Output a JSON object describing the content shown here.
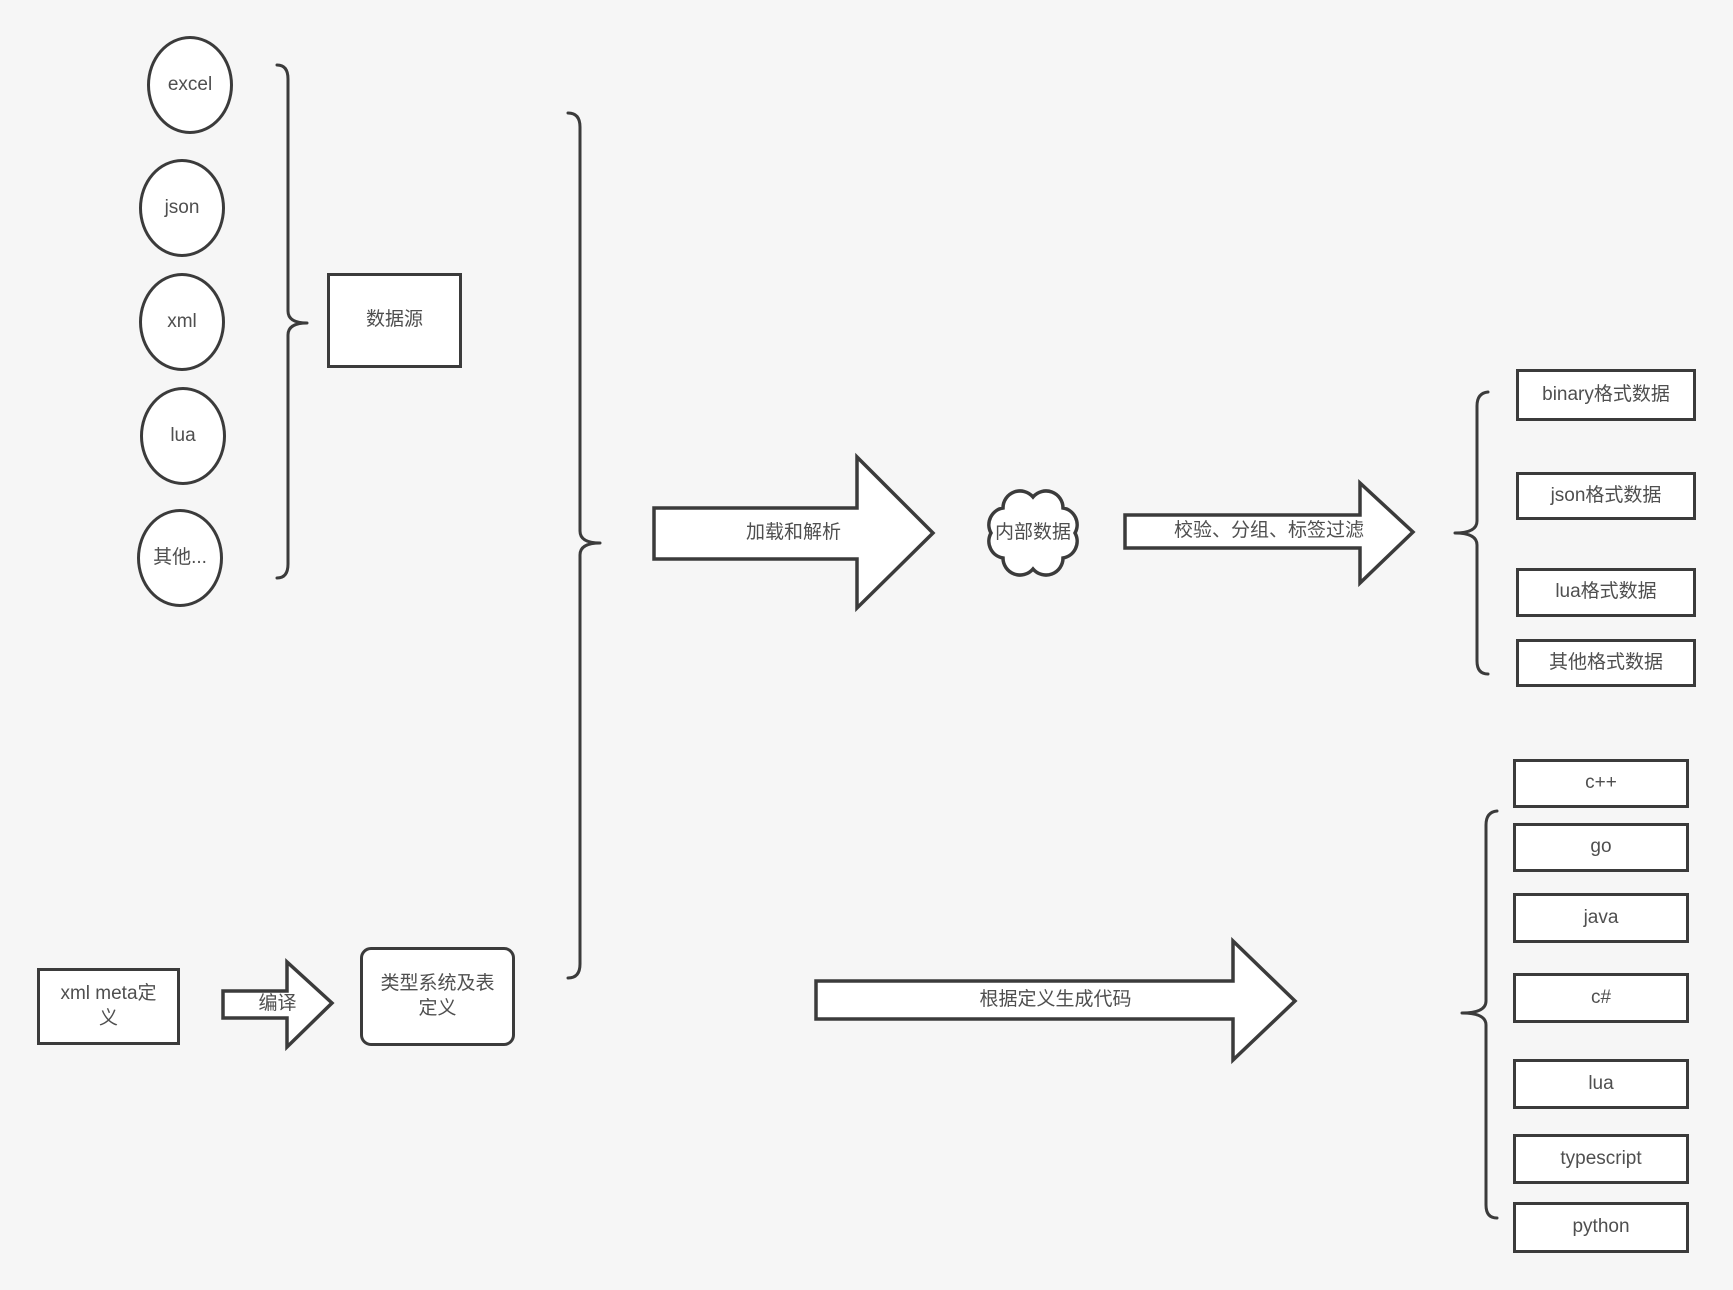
{
  "diagram": {
    "colors": {
      "background": "#f6f6f6",
      "stroke": "#3b3b3b",
      "text": "#4f4f4f",
      "shape_fill": "#ffffff"
    },
    "sources": [
      "excel",
      "json",
      "xml",
      "lua",
      "其他..."
    ],
    "source_group": {
      "label": "数据源"
    },
    "pipeline": {
      "load_arrow": "加载和解析",
      "cloud": "内部数据",
      "filter_arrow": "校验、分组、标签过滤"
    },
    "formats": [
      "binary格式数据",
      "json格式数据",
      "lua格式数据",
      "其他格式数据"
    ],
    "meta": {
      "xml_meta_box": "xml meta定义",
      "compile_arrow": "编译",
      "type_system_box": "类型系统及表定义",
      "codegen_arrow": "根据定义生成代码"
    },
    "languages": [
      "c++",
      "go",
      "java",
      "c#",
      "lua",
      "typescript",
      "python"
    ]
  }
}
